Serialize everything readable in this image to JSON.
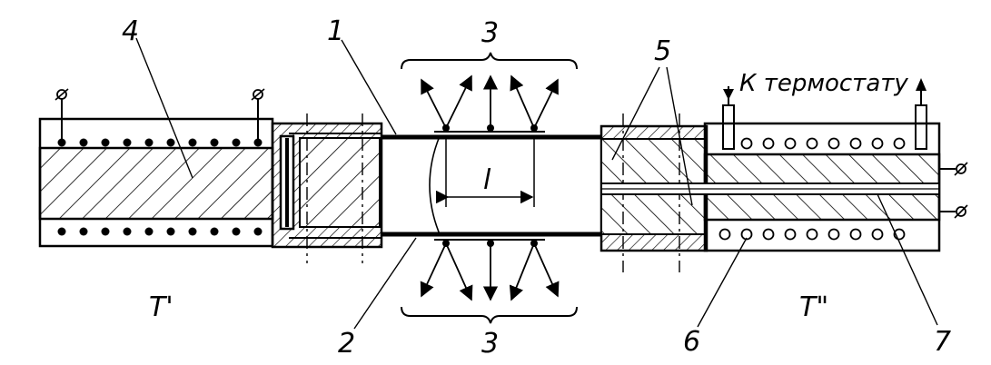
{
  "labels": {
    "n1": "1",
    "n2": "2",
    "n3_top": "3",
    "n3_bottom": "3",
    "n4": "4",
    "n5": "5",
    "n6": "6",
    "n7": "7",
    "length": "l",
    "t_left": "T'",
    "t_right": "T\"",
    "thermostat": "К термостату"
  },
  "colors": {
    "ink": "#000000",
    "paper": "#ffffff"
  }
}
